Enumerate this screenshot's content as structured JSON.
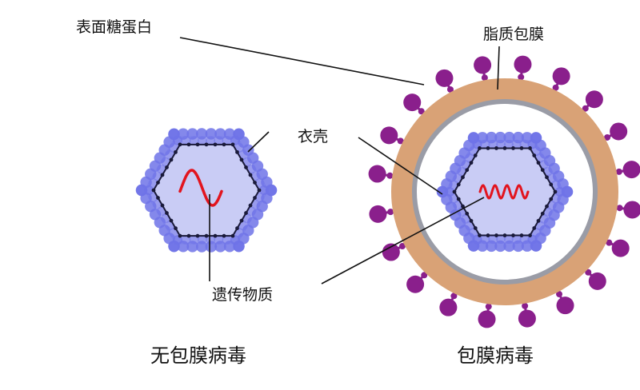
{
  "labels": {
    "surface_glycoprotein": "表面糖蛋白",
    "lipid_envelope": "脂质包膜",
    "capsid": "衣壳",
    "genetic_material": "遗传物质",
    "non_enveloped_virus": "无包膜病毒",
    "enveloped_virus": "包膜病毒"
  },
  "colors": {
    "capsid_fill": "#c9ccf5",
    "capsid_bead": "#6f73e8",
    "capsid_edge": "#1a1a3a",
    "genome": "#e2141e",
    "envelope": "#d9a276",
    "membrane": "#9a9ca6",
    "spike": "#8a1f8c",
    "line": "#111111"
  }
}
